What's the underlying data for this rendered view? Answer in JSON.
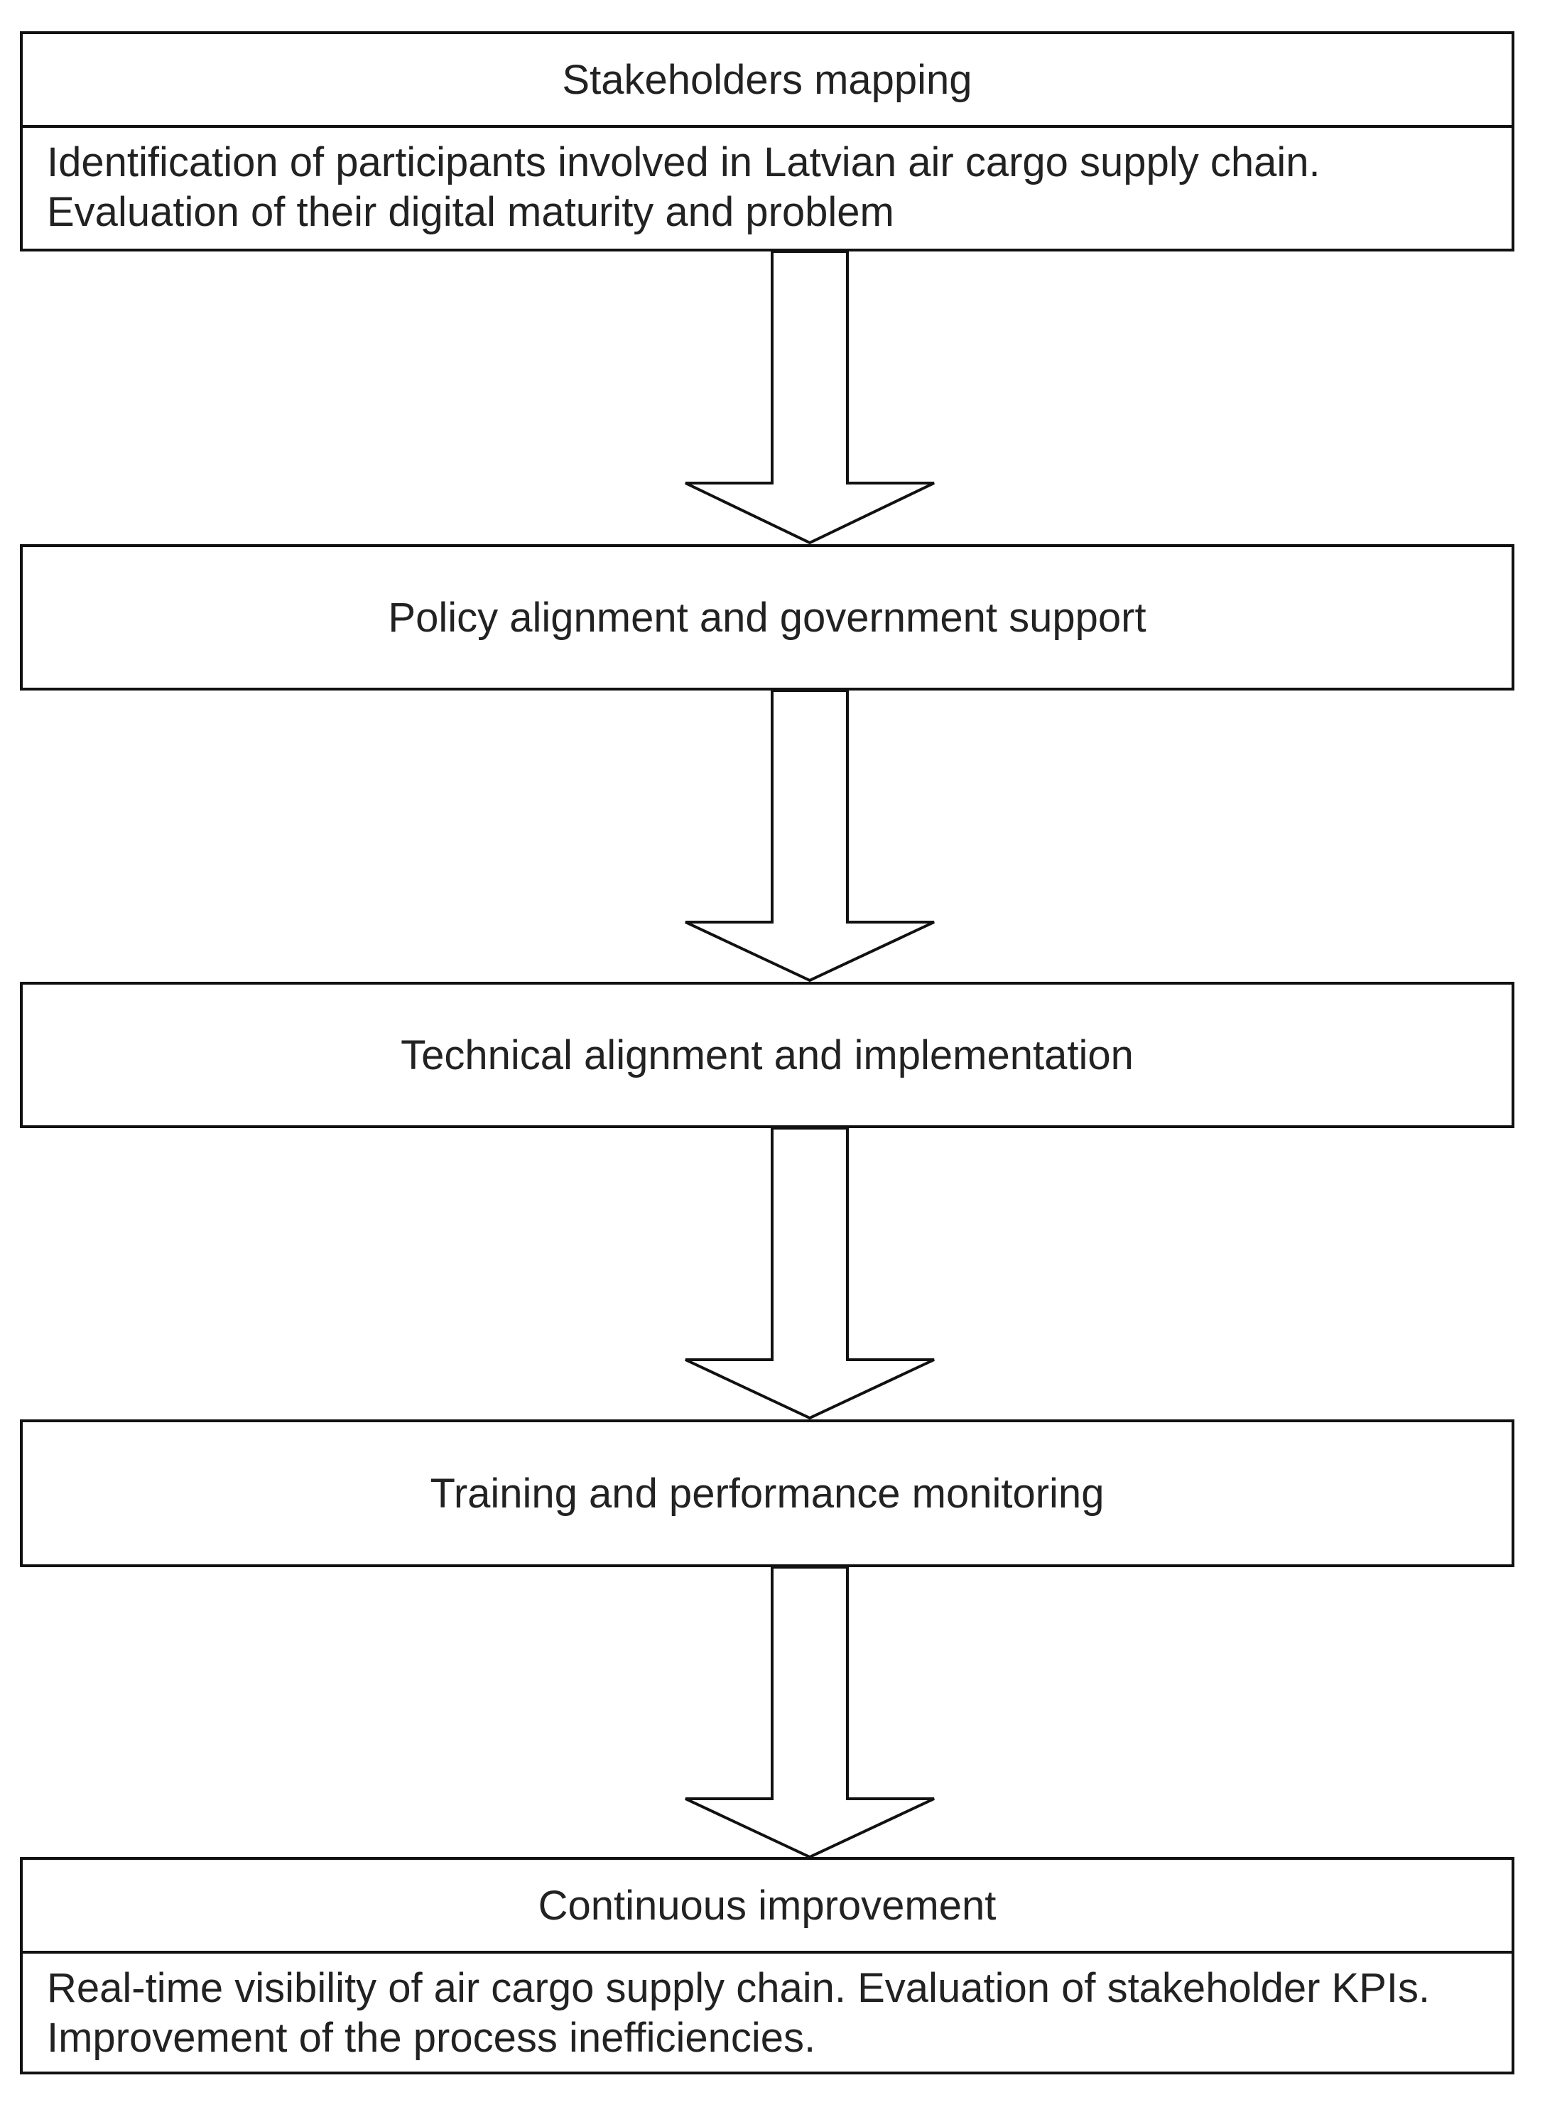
{
  "steps": [
    {
      "title": "Stakeholders mapping",
      "description": "Identification of participants involved in Latvian air cargo supply chain. Evaluation of their digital maturity and problem"
    },
    {
      "title": "Policy alignment and government support"
    },
    {
      "title": "Technical alignment and implementation"
    },
    {
      "title": "Training and performance monitoring"
    },
    {
      "title": "Continuous improvement",
      "description": "Real-time visibility of air cargo supply chain. Evaluation of stakeholder KPIs. Improvement of the process inefficiencies."
    }
  ],
  "colors": {
    "stroke": "#111111",
    "text": "#222222",
    "fill": "#ffffff"
  }
}
